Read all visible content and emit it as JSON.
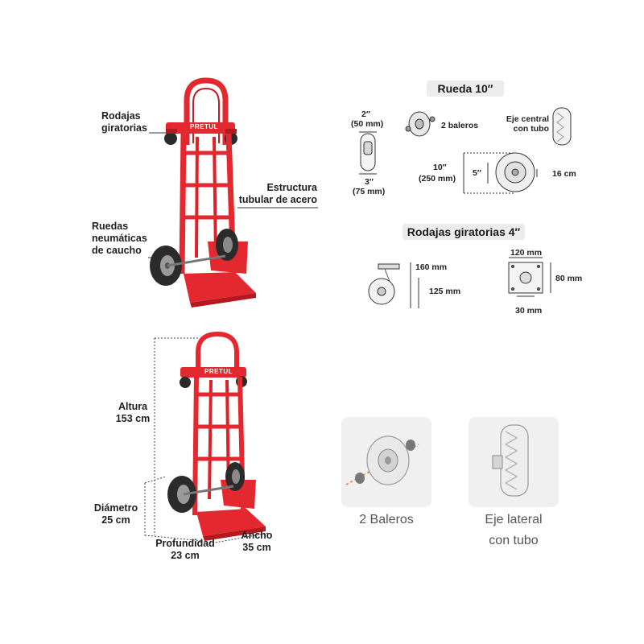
{
  "brand": "PRETUL",
  "callouts": {
    "swivel_casters": "Rodajas\ngiratorias",
    "steel_structure": "Estructura\ntubular de acero",
    "pneumatic_wheels": "Ruedas\nneumáticas\nde caucho"
  },
  "wheel_spec": {
    "title": "Rueda 10″",
    "width_in": "2″",
    "width_mm": "(50 mm)",
    "hub_in": "3″",
    "hub_mm": "(75 mm)",
    "bearings": "2 baleros",
    "axle": "Eje central\ncon tubo",
    "diameter_in": "10″",
    "diameter_mm": "(250 mm)",
    "rim": "5″",
    "axle_len": "16 cm"
  },
  "caster_spec": {
    "title": "Rodajas giratorias 4″",
    "height_total": "160 mm",
    "height_wheel": "125 mm",
    "plate_width": "120 mm",
    "plate_depth": "80 mm",
    "hole": "30 mm"
  },
  "dimensions": {
    "height": "Altura\n153 cm",
    "diameter": "Diámetro\n25 cm",
    "depth": "Profundidad\n23 cm",
    "width": "Ancho\n35 cm"
  },
  "features": {
    "bearings_label": "2 Baleros",
    "axle_label": "Eje lateral\ncon tubo"
  },
  "colors": {
    "frame_red": "#e3282f",
    "frame_dark": "#b3191f",
    "tire": "#2b2b2b",
    "card_bg": "#f0f0f0",
    "accent_orange": "#e8742a"
  }
}
